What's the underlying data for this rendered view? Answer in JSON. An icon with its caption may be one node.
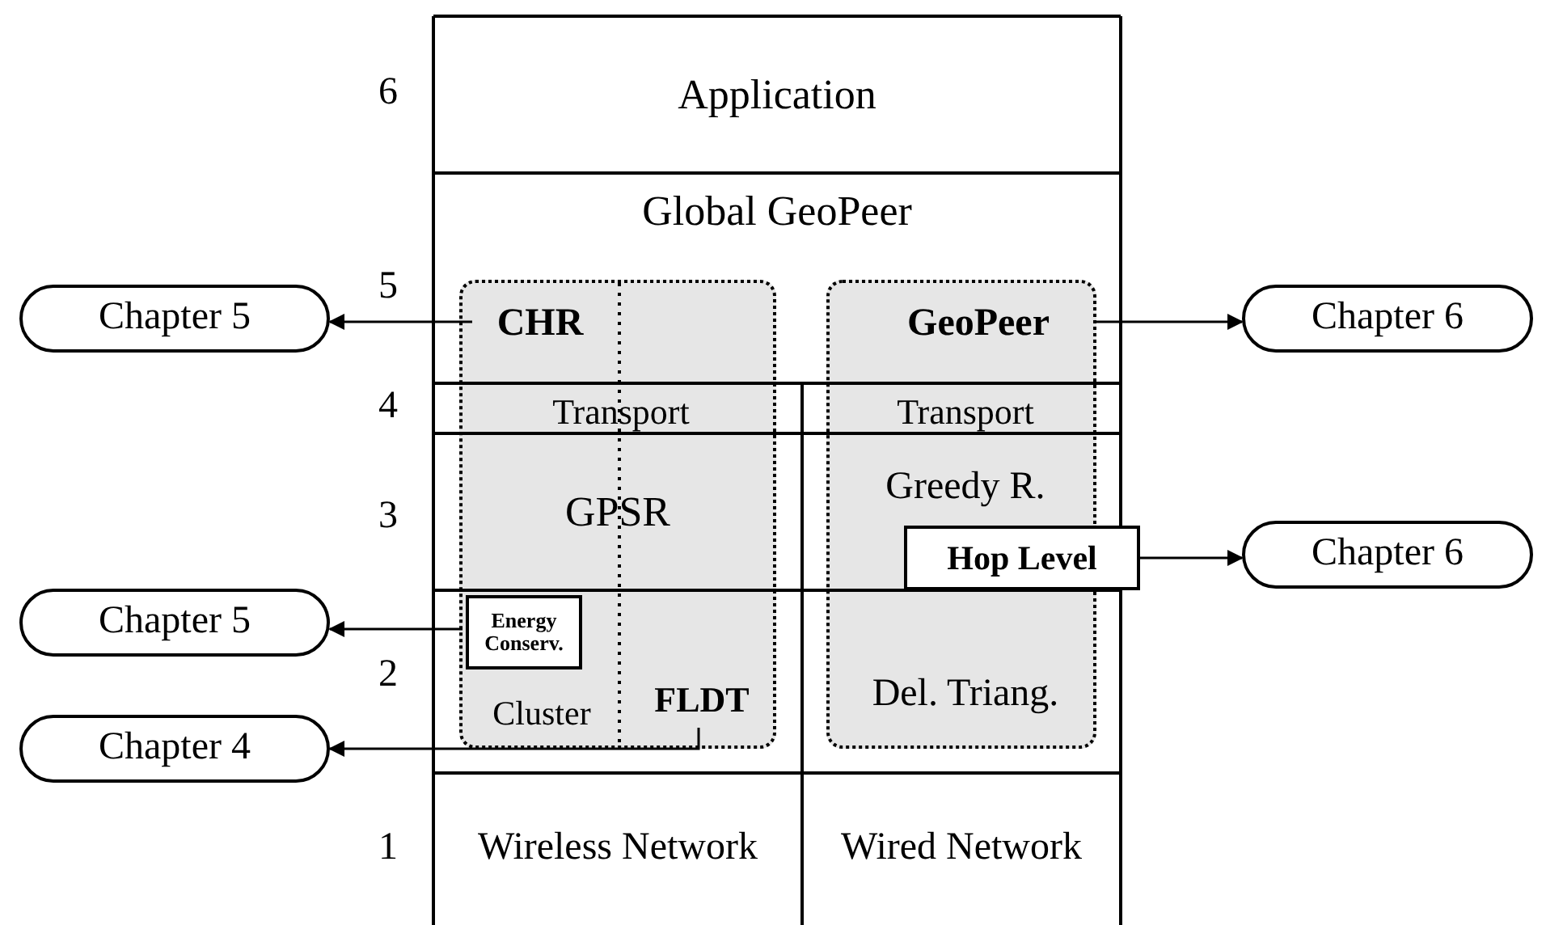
{
  "diagram": {
    "nodes": [
      {
        "text": [
          "Application"
        ]
      },
      {
        "text": [
          "Global GeoPeer"
        ]
      },
      {
        "text": [],
        "shape": "box"
      },
      {
        "text": [],
        "shape": "box"
      },
      {
        "text": [
          "CHR"
        ],
        "in": 2
      },
      {
        "text": [
          "GeoPeer"
        ],
        "in": 3
      },
      {
        "text": [
          "Transport"
        ],
        "in": 2
      },
      {
        "text": [
          "Transport"
        ],
        "in": 3
      },
      {
        "text": [
          "GPSR"
        ],
        "in": 2
      },
      {
        "text": [
          "Greedy R."
        ],
        "in": 3
      },
      {
        "text": [
          "Hop Level"
        ]
      },
      {
        "text": [
          "Energy Conserv."
        ],
        "in": 2
      },
      {
        "text": [
          "Cluster"
        ],
        "in": 2
      },
      {
        "text": [
          "FLDT"
        ],
        "in": 2
      },
      {
        "text": [
          "Del. Triang."
        ],
        "in": 3
      },
      {
        "text": [
          "Wireless Network"
        ]
      },
      {
        "text": [
          "Wired Network"
        ]
      },
      {
        "text": [
          "Chapter 5"
        ]
      },
      {
        "text": [
          "Chapter 6"
        ]
      },
      {
        "text": [
          "Chapter 6"
        ]
      },
      {
        "text": [
          "Chapter 5"
        ]
      },
      {
        "text": [
          "Chapter 4"
        ]
      }
    ],
    "edges": [
      {
        "from": 4,
        "to": 17,
        "arrow": "to"
      },
      {
        "from": 5,
        "to": 18,
        "arrow": "to"
      },
      {
        "from": 10,
        "to": 19,
        "arrow": "to"
      },
      {
        "from": 11,
        "to": 20,
        "arrow": "to"
      },
      {
        "from": 13,
        "to": 21,
        "arrow": "to"
      }
    ],
    "labels": [
      "6",
      "5",
      "4",
      "3",
      "2",
      "1"
    ]
  }
}
